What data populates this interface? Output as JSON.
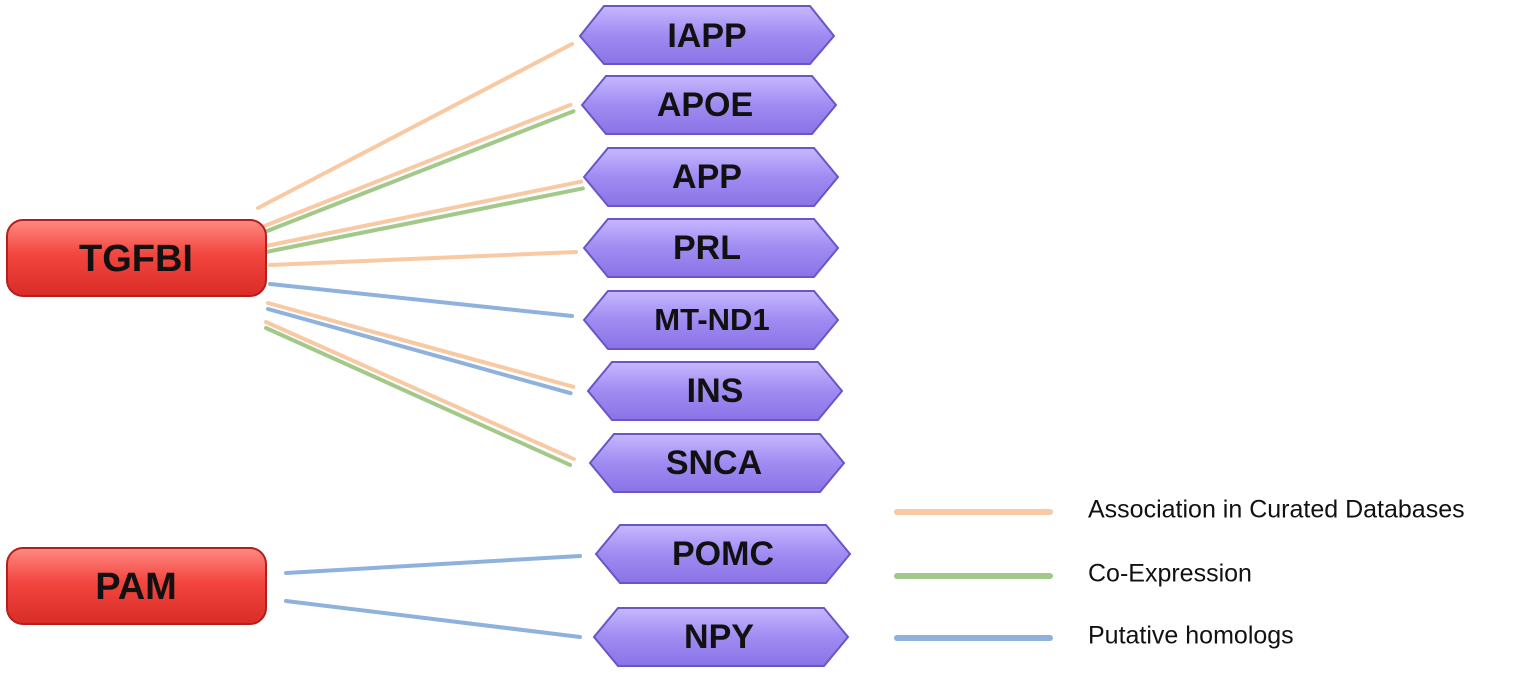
{
  "source_nodes": [
    {
      "id": "TGFBI",
      "label": "TGFBI"
    },
    {
      "id": "PAM",
      "label": "PAM"
    }
  ],
  "target_nodes": [
    {
      "id": "IAPP",
      "label": "IAPP"
    },
    {
      "id": "APOE",
      "label": "APOE"
    },
    {
      "id": "APP",
      "label": "APP"
    },
    {
      "id": "PRL",
      "label": "PRL"
    },
    {
      "id": "MT-ND1",
      "label": "MT-ND1"
    },
    {
      "id": "INS",
      "label": "INS"
    },
    {
      "id": "SNCA",
      "label": "SNCA"
    },
    {
      "id": "POMC",
      "label": "POMC"
    },
    {
      "id": "NPY",
      "label": "NPY"
    }
  ],
  "edge_types": [
    {
      "id": "curated",
      "label": "Association in Curated Databases",
      "color": "#f8c9a2"
    },
    {
      "id": "coexp",
      "label": "Co-Expression",
      "color": "#a3c98a"
    },
    {
      "id": "homolog",
      "label": "Putative homologs",
      "color": "#8eb1dd"
    }
  ],
  "edges": [
    {
      "source": "TGFBI",
      "target": "IAPP",
      "type": "curated"
    },
    {
      "source": "TGFBI",
      "target": "APOE",
      "type": "curated"
    },
    {
      "source": "TGFBI",
      "target": "APOE",
      "type": "coexp"
    },
    {
      "source": "TGFBI",
      "target": "APP",
      "type": "curated"
    },
    {
      "source": "TGFBI",
      "target": "APP",
      "type": "coexp"
    },
    {
      "source": "TGFBI",
      "target": "PRL",
      "type": "curated"
    },
    {
      "source": "TGFBI",
      "target": "MT-ND1",
      "type": "homolog"
    },
    {
      "source": "TGFBI",
      "target": "INS",
      "type": "curated"
    },
    {
      "source": "TGFBI",
      "target": "INS",
      "type": "homolog"
    },
    {
      "source": "TGFBI",
      "target": "SNCA",
      "type": "curated"
    },
    {
      "source": "TGFBI",
      "target": "SNCA",
      "type": "coexp"
    },
    {
      "source": "PAM",
      "target": "POMC",
      "type": "homolog"
    },
    {
      "source": "PAM",
      "target": "NPY",
      "type": "homolog"
    }
  ],
  "colors": {
    "source_fill": "#f04b45",
    "source_stroke": "#b41e1c",
    "target_fill": "#a58ff0",
    "target_stroke": "#6a55c7"
  }
}
